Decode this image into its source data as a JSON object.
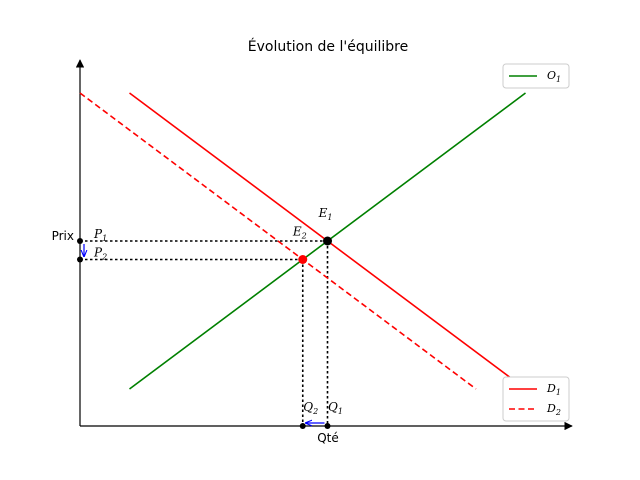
{
  "chart_data": {
    "type": "line",
    "title": "Évolution de l'équilibre",
    "xlabel": "Qté",
    "ylabel": "Prix",
    "xlim": [
      0,
      10
    ],
    "ylim": [
      0,
      10
    ],
    "grid": false,
    "series": [
      {
        "name": "O",
        "sub": "1",
        "color": "#008000",
        "dash": "solid",
        "x": [
          1,
          9
        ],
        "y": [
          1,
          9
        ]
      },
      {
        "name": "D",
        "sub": "1",
        "color": "#ff0000",
        "dash": "solid",
        "x": [
          1,
          9
        ],
        "y": [
          9,
          1
        ]
      },
      {
        "name": "D",
        "sub": "2",
        "color": "#ff0000",
        "dash": "dashed",
        "x": [
          0,
          8
        ],
        "y": [
          9,
          1
        ]
      }
    ],
    "equilibria": [
      {
        "name": "E",
        "sub": "1",
        "x": 5,
        "y": 5,
        "color": "#000000"
      },
      {
        "name": "E",
        "sub": "2",
        "x": 4.5,
        "y": 4.5,
        "color": "#ff0000"
      }
    ],
    "price_labels": [
      {
        "name": "P",
        "sub": "1",
        "y": 5
      },
      {
        "name": "P",
        "sub": "2",
        "y": 4.5
      }
    ],
    "quantity_labels": [
      {
        "name": "Q",
        "sub": "2",
        "x": 4.5
      },
      {
        "name": "Q",
        "sub": "1",
        "x": 5
      }
    ],
    "arrow_color": "#0000ff",
    "legends": [
      {
        "position": "top-right",
        "entries": [
          0
        ]
      },
      {
        "position": "bottom-right",
        "entries": [
          1,
          2
        ]
      }
    ]
  }
}
